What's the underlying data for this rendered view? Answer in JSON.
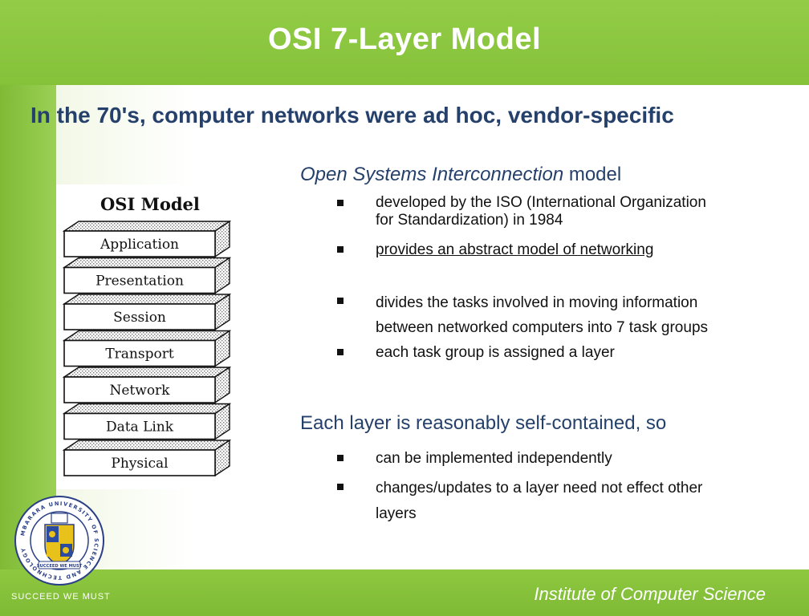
{
  "title": "OSI 7-Layer Model",
  "subtitle": "In the 70's, computer networks were ad hoc, vendor-specific",
  "section1": {
    "heading_italic": "Open Systems Interconnection",
    "heading_rest": " model",
    "bullets": [
      {
        "line1": "developed by the ISO (International Organization",
        "line2": "for Standardization) in 1984"
      },
      {
        "line1": "provides an abstract model of networking"
      },
      {
        "line1": "divides the tasks involved in moving information",
        "line2": "between networked computers into 7 task groups"
      },
      {
        "line1": "each task group is assigned a layer"
      }
    ]
  },
  "section2": {
    "heading": "Each layer is reasonably self-contained, so",
    "bullets": [
      {
        "line1": "can be implemented independently"
      },
      {
        "line1": "changes/updates to a layer need not effect other",
        "line2": "layers"
      }
    ]
  },
  "diagram": {
    "title": "OSI Model",
    "layers": [
      "Application",
      "Presentation",
      "Session",
      "Transport",
      "Network",
      "Data Link",
      "Physical"
    ]
  },
  "footer": {
    "motto": "SUCCEED WE MUST",
    "institute": "Institute of Computer Science"
  },
  "seal": {
    "ring_text": "MBARARA UNIVERSITY OF SCIENCE AND TECHNOLOGY",
    "ribbon_text": "SUCCEED WE MUST"
  },
  "colors": {
    "band_green": "#8dc63f",
    "heading_blue": "#24406b"
  }
}
